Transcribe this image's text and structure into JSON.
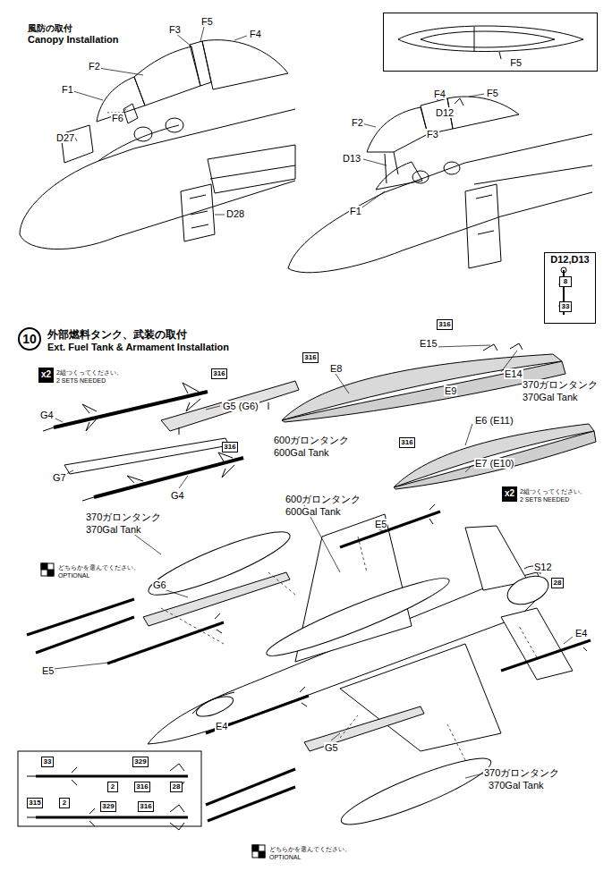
{
  "diagram": {
    "nodes": [
      {
        "text": [
          "F5"
        ]
      },
      {
        "text": [
          "D12,D13"
        ]
      },
      {
        "text": [
          "8"
        ],
        "in": 1
      },
      {
        "text": [
          "33"
        ],
        "in": 1
      },
      {
        "text": [
          "10"
        ]
      },
      {
        "text": [
          "x2"
        ]
      },
      {
        "text": [
          "316"
        ]
      },
      {
        "text": [
          "316"
        ]
      },
      {
        "text": [
          "316"
        ]
      },
      {
        "text": [
          "316"
        ]
      },
      {
        "text": [
          "316"
        ]
      },
      {
        "text": [
          "x2"
        ]
      },
      {
        "text": [
          "28"
        ]
      },
      {
        "text": [
          "33"
        ]
      },
      {
        "text": [
          "329"
        ]
      },
      {
        "text": [
          "2"
        ]
      },
      {
        "text": [
          "316"
        ]
      },
      {
        "text": [
          "28"
        ]
      },
      {
        "text": [
          "315"
        ]
      },
      {
        "text": [
          "2"
        ]
      },
      {
        "text": [
          "329"
        ]
      },
      {
        "text": [
          "316"
        ]
      }
    ],
    "labels": [
      "風防の取付",
      "Canopy Installation",
      "F3",
      "F5",
      "F4",
      "F2",
      "F1",
      "F6",
      "D27",
      "D28",
      "F4",
      "F5",
      "F2",
      "D12",
      "F3",
      "D13",
      "F1",
      "外部燃料タンク、武装の取付",
      "Ext. Fuel Tank & Armament Installation",
      "2組つくってください。",
      "2 SETS NEEDED",
      "G4",
      "G5 (G6)",
      "G7",
      "G4",
      "E15",
      "E8",
      "E14",
      "E9",
      "370ガロンタンク",
      "370Gal Tank",
      "600ガロンタンク",
      "600Gal Tank",
      "E6 (E11)",
      "E7 (E10)",
      "2組つくってください。",
      "2 SETS NEEDED",
      "600ガロンタンク",
      "600Gal Tank",
      "E5",
      "S12",
      "370ガロンタンク",
      "370Gal Tank",
      "どちらかを選んでください。",
      "OPTIONAL",
      "G6",
      "E5",
      "E4",
      "E4",
      "G5",
      "370ガロンタンク",
      "370Gal Tank",
      "どちらかを選んでください。",
      "OPTIONAL"
    ]
  }
}
